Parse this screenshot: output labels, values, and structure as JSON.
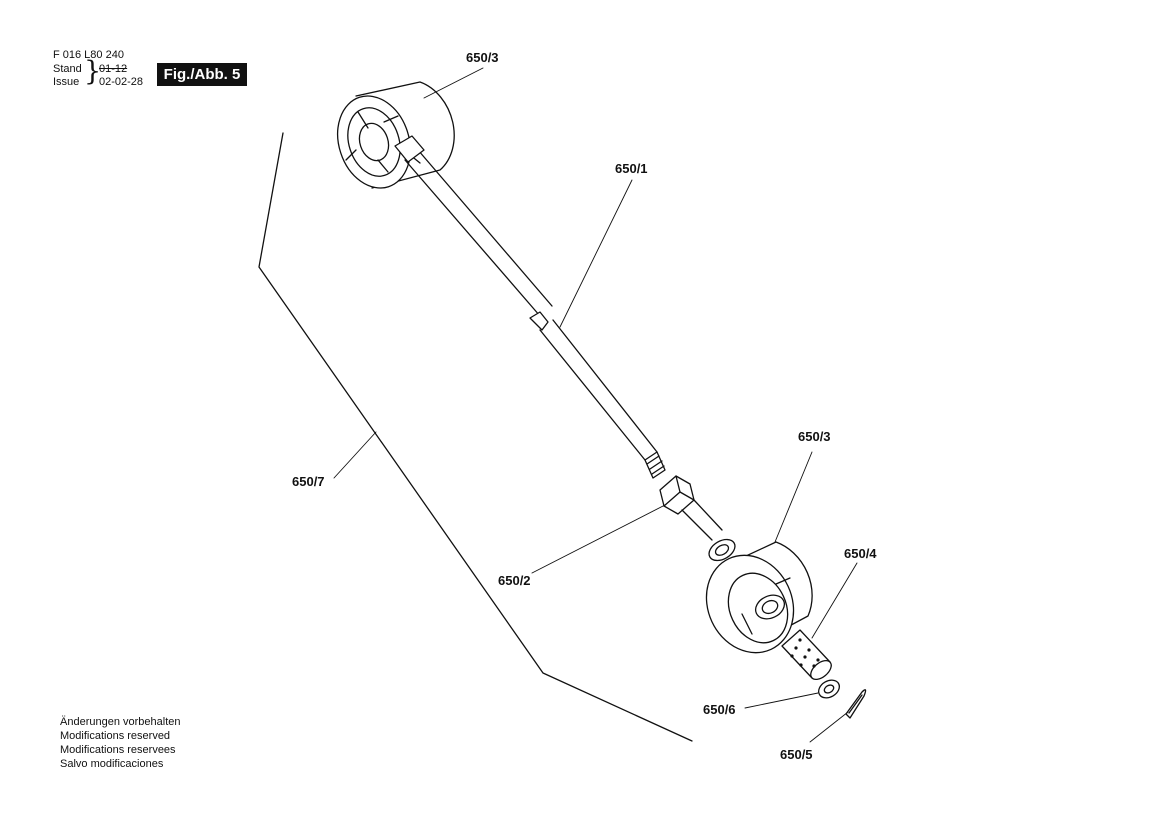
{
  "header": {
    "doc_number": "F 016 L80 240",
    "stand_label": "Stand",
    "issue_label": "Issue",
    "stand_value": "01-12",
    "issue_value": "02-02-28",
    "figure_label": "Fig./Abb. 5"
  },
  "parts": {
    "p650_1": "650/1",
    "p650_2": "650/2",
    "p650_3_top": "650/3",
    "p650_3_bottom": "650/3",
    "p650_4": "650/4",
    "p650_5": "650/5",
    "p650_6": "650/6",
    "p650_7": "650/7"
  },
  "footer": {
    "notes": [
      "Änderungen vorbehalten",
      "Modifications reserved",
      "Modifications reservees",
      "Salvo modificaciones"
    ]
  }
}
